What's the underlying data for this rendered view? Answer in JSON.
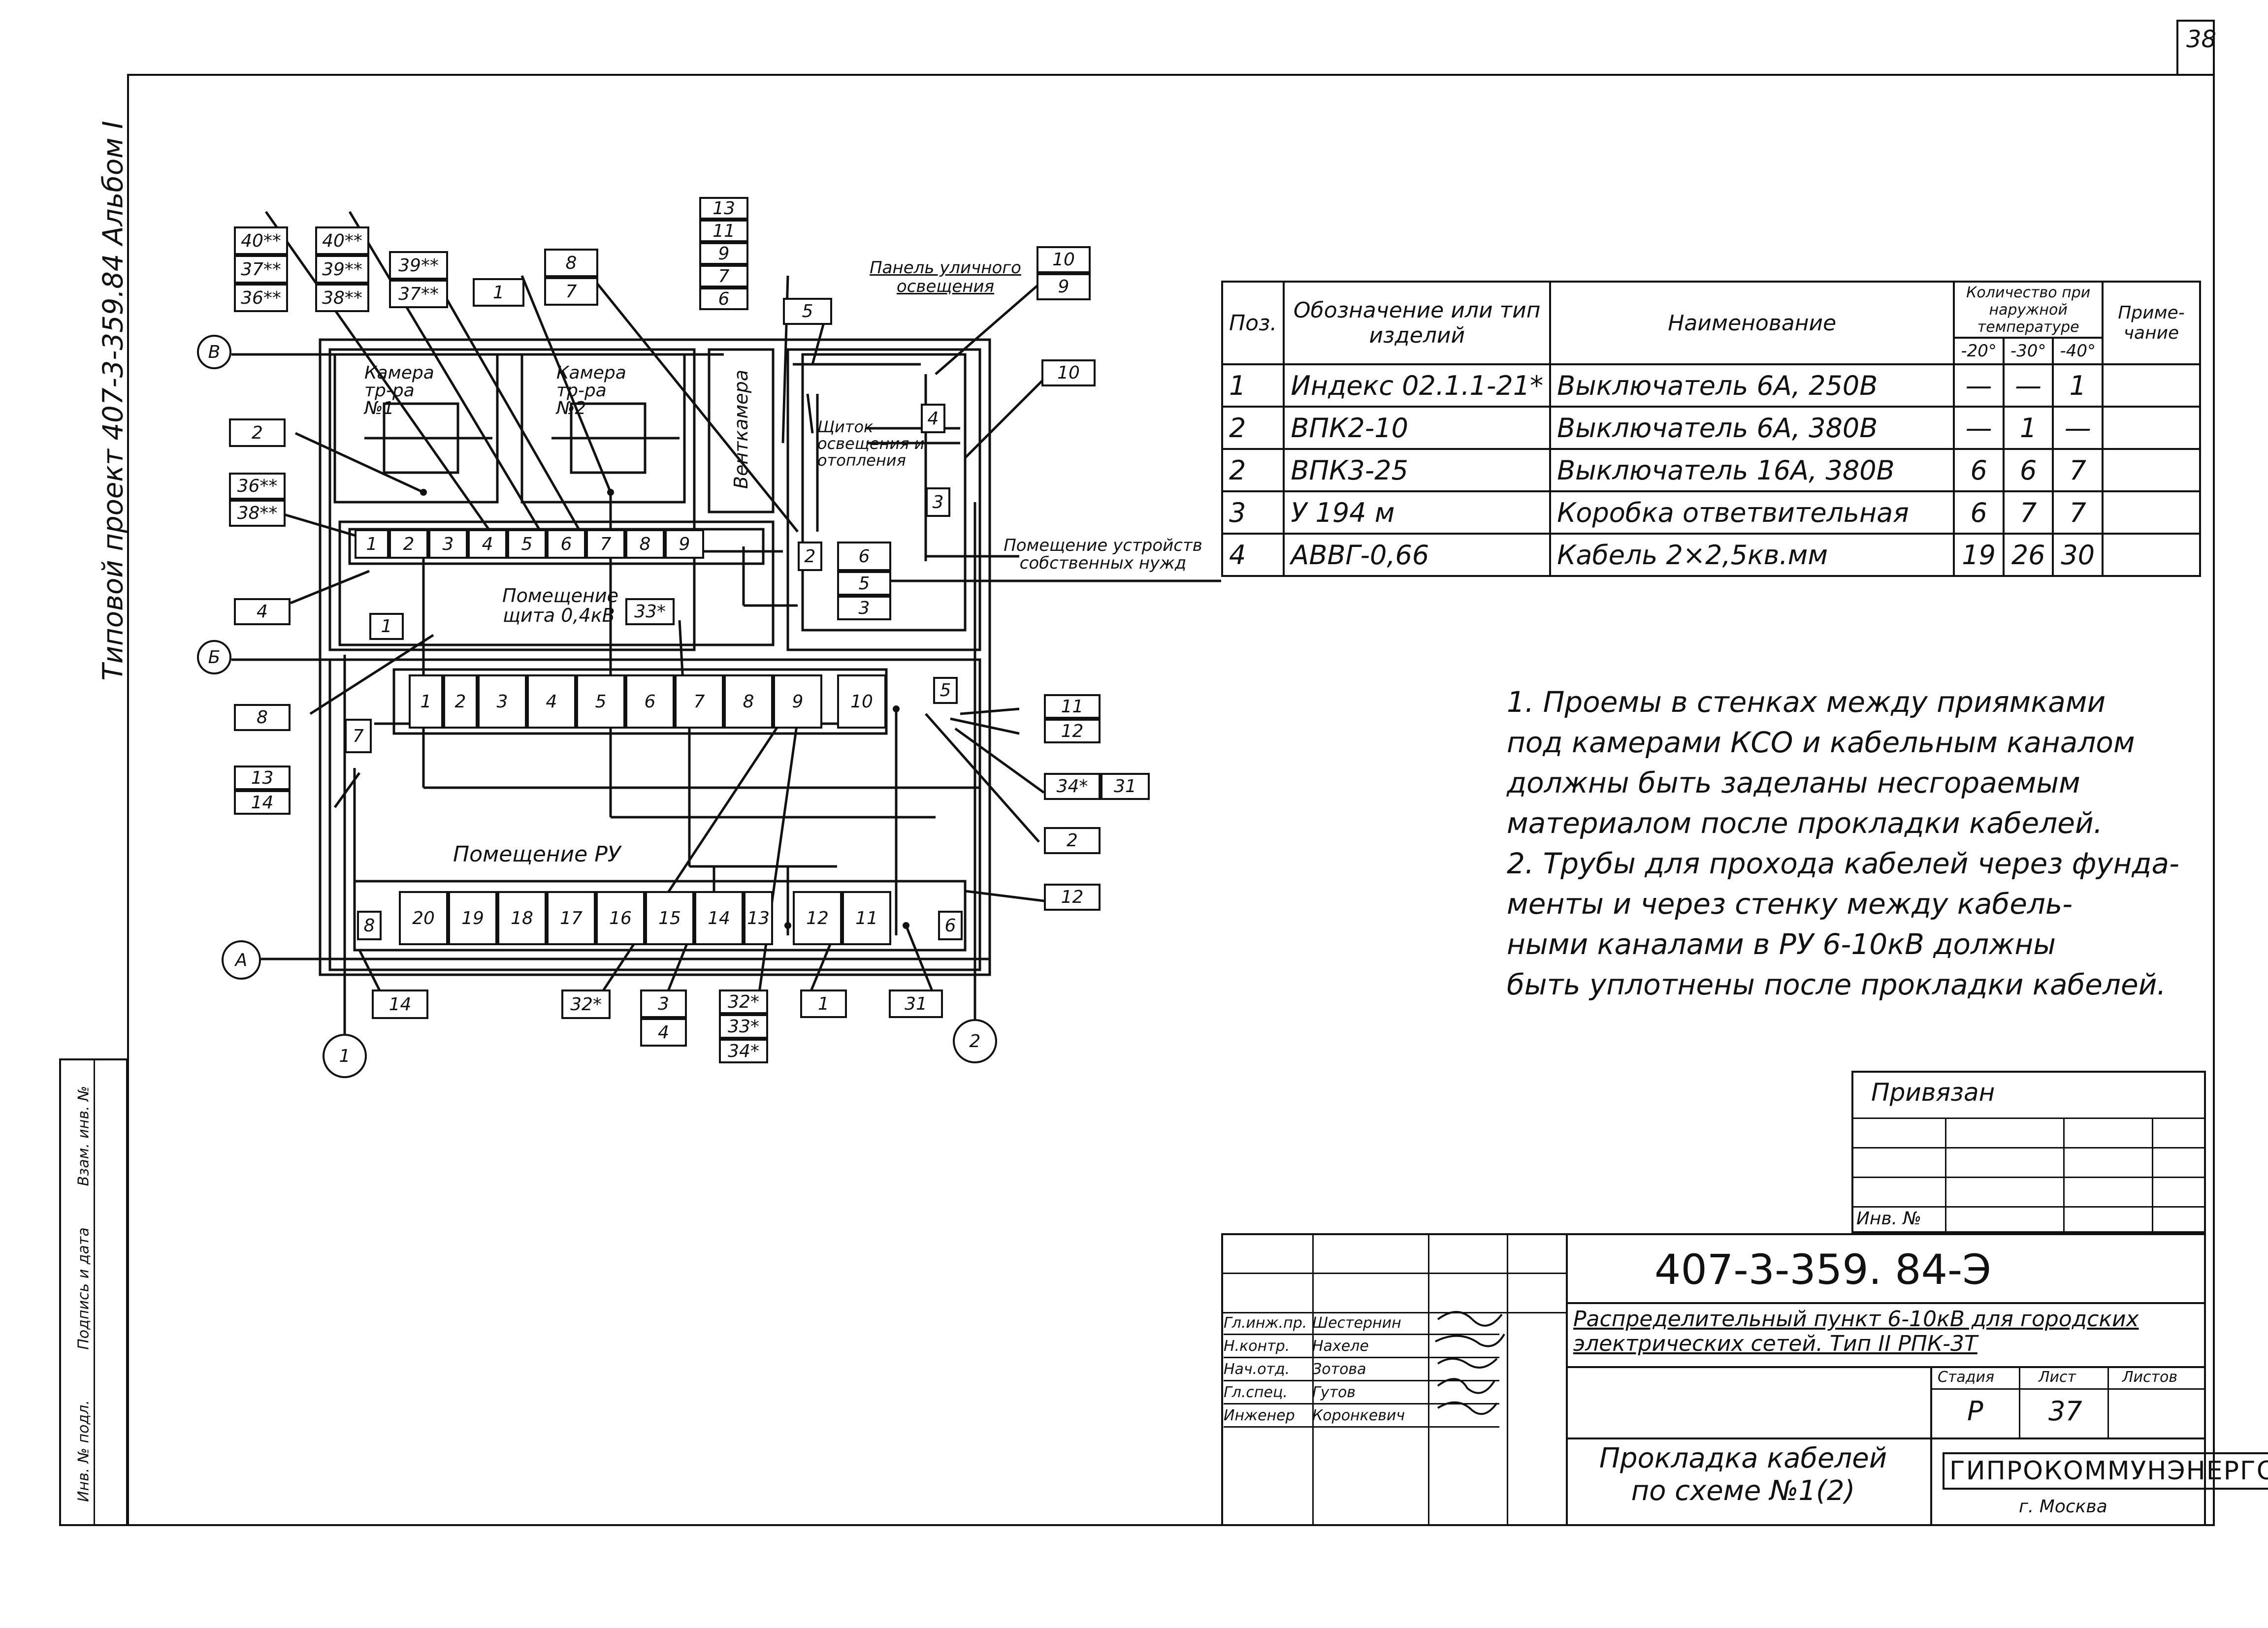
{
  "sheet": {
    "number": "38",
    "side_label": "Типовой проект 407-3-359.84 Альбом I",
    "side_stamp": [
      "Взам. инв. №",
      "Подпись и дата",
      "Инв. № подл."
    ]
  },
  "plan": {
    "axes": {
      "b_upper": "В",
      "b_lower": "Б",
      "a": "А",
      "one": "1",
      "two": "2"
    },
    "rooms": {
      "cam1": "Камера тр-ра №1",
      "cam2": "Камера тр-ра №2",
      "vent": "Венткамера",
      "shield": "Щиток освещения и отопления",
      "street_panel": "Панель уличного освещения",
      "own_needs": "Помещение устройств собственных нужд",
      "shield_room": "Помещение щита 0,4кВ",
      "ru_room": "Помещение РУ"
    },
    "tags": {
      "t40a": "40**",
      "t37a": "37**",
      "t36a": "36**",
      "t40b": "40**",
      "t39b": "39**",
      "t38b": "38**",
      "t39c": "39**",
      "t37c": "37**",
      "t1top": "1",
      "t8": "8",
      "t7": "7",
      "stack": [
        "13",
        "11",
        "9",
        "7",
        "6"
      ],
      "t5": "5",
      "t10a": "10",
      "t9": "9",
      "t10b": "10",
      "t2": "2",
      "t36b": "36**",
      "t38c": "38**",
      "t4": "4",
      "t33": "33*",
      "t8b": "8",
      "t13": "13",
      "t14": "14",
      "t11": "11",
      "t12": "12",
      "t34": "34*",
      "t31": "31",
      "t2b": "2",
      "t12b": "12",
      "t14b": "14",
      "t32": "32*",
      "t3": "3",
      "t4b": "4",
      "t32b": "32*",
      "t33b": "33*",
      "t34b": "34*",
      "t1b": "1",
      "t31b": "31"
    },
    "shield_cells": [
      "1",
      "2",
      "3",
      "4",
      "5",
      "6",
      "7",
      "8",
      "9"
    ],
    "ru_top_cells": [
      "1",
      "2",
      "3",
      "4",
      "5",
      "6",
      "7",
      "8",
      "9",
      "10"
    ],
    "ru_bottom_cells": [
      "20",
      "19",
      "18",
      "17",
      "16",
      "15",
      "14",
      "13",
      "12",
      "11"
    ],
    "own_cells": [
      "6",
      "5",
      "3"
    ],
    "misc": {
      "one_box": "1",
      "four_box": "4",
      "five_box": "5",
      "seven": "7",
      "eight": "8",
      "six": "6",
      "two": "2",
      "three": "3"
    }
  },
  "spec_table": {
    "headers": {
      "pos": "Поз.",
      "designation": "Обозначение или тип изделий",
      "name": "Наименование",
      "qty": "Количество при наружной температуре",
      "t20": "-20°",
      "t30": "-30°",
      "t40": "-40°",
      "note": "Приме-чание"
    },
    "rows": [
      {
        "pos": "1",
        "type": "Индекс 02.1.1-21*",
        "name": "Выключатель 6А, 250В",
        "q20": "—",
        "q30": "—",
        "q40": "1"
      },
      {
        "pos": "2",
        "type": "ВПК2-10",
        "name": "Выключатель 6А, 380В",
        "q20": "—",
        "q30": "1",
        "q40": "—"
      },
      {
        "pos": "2",
        "type": "ВПК3-25",
        "name": "Выключатель 16А, 380В",
        "q20": "6",
        "q30": "6",
        "q40": "7"
      },
      {
        "pos": "3",
        "type": "У 194 м",
        "name": "Коробка ответвительная",
        "q20": "6",
        "q30": "7",
        "q40": "7"
      },
      {
        "pos": "4",
        "type": "АВВГ-0,66",
        "name": "Кабель 2×2,5кв.мм",
        "q20": "19",
        "q30": "26",
        "q40": "30"
      }
    ]
  },
  "notes": [
    "1. Проемы в стенках между приямками",
    "под камерами КСО и кабельным каналом",
    "должны быть заделаны несгораемым",
    "материалом после прокладки кабелей.",
    "2. Трубы для прохода кабелей через фунда-",
    "менты и через стенку между кабель-",
    "ными каналами в РУ 6-10кВ должны",
    "быть уплотнены после прокладки кабелей."
  ],
  "title_block": {
    "attached": "Привязан",
    "inv": "Инв. №",
    "code": "407-3-359. 84-Э",
    "project_name": "Распределительный пункт 6-10кВ для городских электрических сетей. Тип II РПК-3Т",
    "sheet_name": "Прокладка кабелей по схеме №1(2)",
    "stage_label": "Стадия",
    "sheet_label": "Лист",
    "sheets_label": "Листов",
    "stage": "Р",
    "sheet": "37",
    "org": "ГИПРОКОММУНЭНЕРГО",
    "city": "г. Москва",
    "signers": [
      {
        "role": "Гл.инж.пр.",
        "name": "Шестернин"
      },
      {
        "role": "Н.контр.",
        "name": "Нахеле"
      },
      {
        "role": "Нач.отд.",
        "name": "Зотова"
      },
      {
        "role": "Гл.спец.",
        "name": "Гутов"
      },
      {
        "role": "Инженер",
        "name": "Коронкевич"
      }
    ]
  }
}
